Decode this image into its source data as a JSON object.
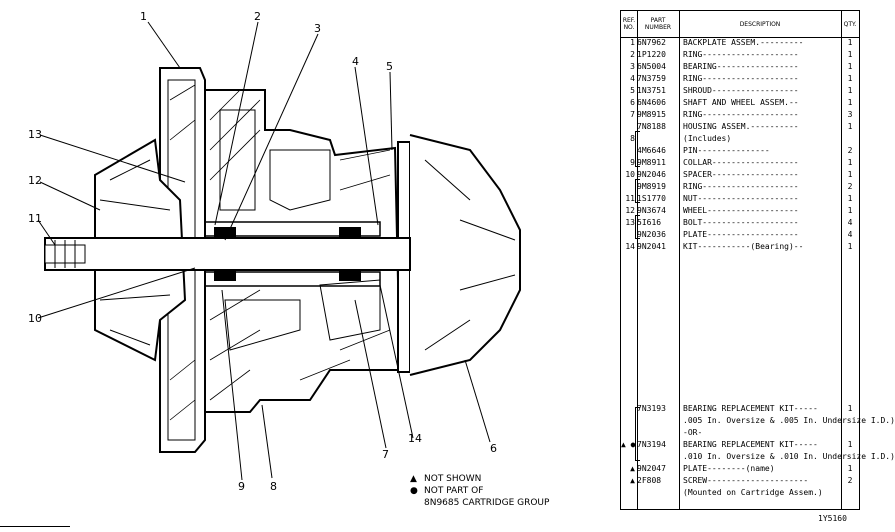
{
  "drawing": {
    "callouts": [
      "1",
      "2",
      "3",
      "4",
      "5",
      "6",
      "7",
      "8",
      "9",
      "10",
      "11",
      "12",
      "13",
      "14"
    ]
  },
  "legend": {
    "items": [
      {
        "symbol": "▲",
        "text": "NOT SHOWN"
      },
      {
        "symbol": "●",
        "text": "NOT PART OF"
      },
      {
        "symbol": "",
        "text": "8N9685 CARTRIDGE GROUP"
      }
    ]
  },
  "parts_table": {
    "headers": {
      "ref": "REF. NO.",
      "part": "PART NUMBER",
      "desc": "DESCRIPTION",
      "qty": "QTY."
    },
    "rows": [
      {
        "ref": "1",
        "part": "6N7962",
        "desc": "BACKPLATE ASSEM.---------",
        "qty": "1"
      },
      {
        "ref": "2",
        "part": "1P1220",
        "desc": "RING--------------------",
        "qty": "1"
      },
      {
        "ref": "3",
        "part": "6N5004",
        "desc": "BEARING-----------------",
        "qty": "1"
      },
      {
        "ref": "4",
        "part": "7N3759",
        "desc": "RING--------------------",
        "qty": "1"
      },
      {
        "ref": "5",
        "part": "1N3751",
        "desc": "SHROUD------------------",
        "qty": "1"
      },
      {
        "ref": "6",
        "part": "6N4606",
        "desc": "SHAFT AND WHEEL ASSEM.--",
        "qty": "1"
      },
      {
        "ref": "7",
        "part": "9M8915",
        "desc": "RING--------------------",
        "qty": "3"
      },
      {
        "ref": "",
        "part": "7N8188",
        "desc": "HOUSING ASSEM.----------",
        "qty": "1"
      },
      {
        "ref": "8",
        "part": "",
        "desc": "  (Includes)",
        "qty": ""
      },
      {
        "ref": "",
        "part": "4M6646",
        "desc": "      PIN---------------",
        "qty": "2"
      },
      {
        "ref": "9",
        "part": "9M8911",
        "desc": "COLLAR------------------",
        "qty": "1"
      },
      {
        "ref": "10",
        "part": "9N2046",
        "desc": "SPACER------------------",
        "qty": "1"
      },
      {
        "ref": "",
        "part": "9M8919",
        "desc": "RING--------------------",
        "qty": "2"
      },
      {
        "ref": "11",
        "part": "1S1770",
        "desc": "NUT---------------------",
        "qty": "1"
      },
      {
        "ref": "12",
        "part": "9N3674",
        "desc": "WHEEL-------------------",
        "qty": "1"
      },
      {
        "ref": "13",
        "part": "5I616",
        "desc": "BOLT--------------------",
        "qty": "4"
      },
      {
        "ref": "",
        "part": "9N2036",
        "desc": "PLATE-------------------",
        "qty": "4"
      },
      {
        "ref": "14",
        "part": "9N2041",
        "desc": "KIT-----------(Bearing)--",
        "qty": "1"
      }
    ],
    "lower_rows": [
      {
        "ref": "",
        "part": "7N3193",
        "desc": "BEARING REPLACEMENT KIT-----",
        "qty": "1"
      },
      {
        "ref": "",
        "part": "",
        "desc": ".005 In. Oversize & .005 In. Undersize I.D.)",
        "qty": ""
      },
      {
        "ref": "",
        "part": "",
        "desc": "           -OR-",
        "qty": ""
      },
      {
        "ref": "▲ ●",
        "part": "7N3194",
        "desc": "BEARING REPLACEMENT KIT-----",
        "qty": "1"
      },
      {
        "ref": "",
        "part": "",
        "desc": ".010 In. Oversize & .010 In. Undersize I.D.)",
        "qty": ""
      },
      {
        "ref": "▲",
        "part": "9N2047",
        "desc": "PLATE--------(name)",
        "qty": "1"
      },
      {
        "ref": "▲",
        "part": "2F808",
        "desc": "SCREW---------------------",
        "qty": "2"
      },
      {
        "ref": "",
        "part": "",
        "desc": "(Mounted on Cartridge Assem.)",
        "qty": ""
      }
    ],
    "footer_number": "1Y5160"
  }
}
